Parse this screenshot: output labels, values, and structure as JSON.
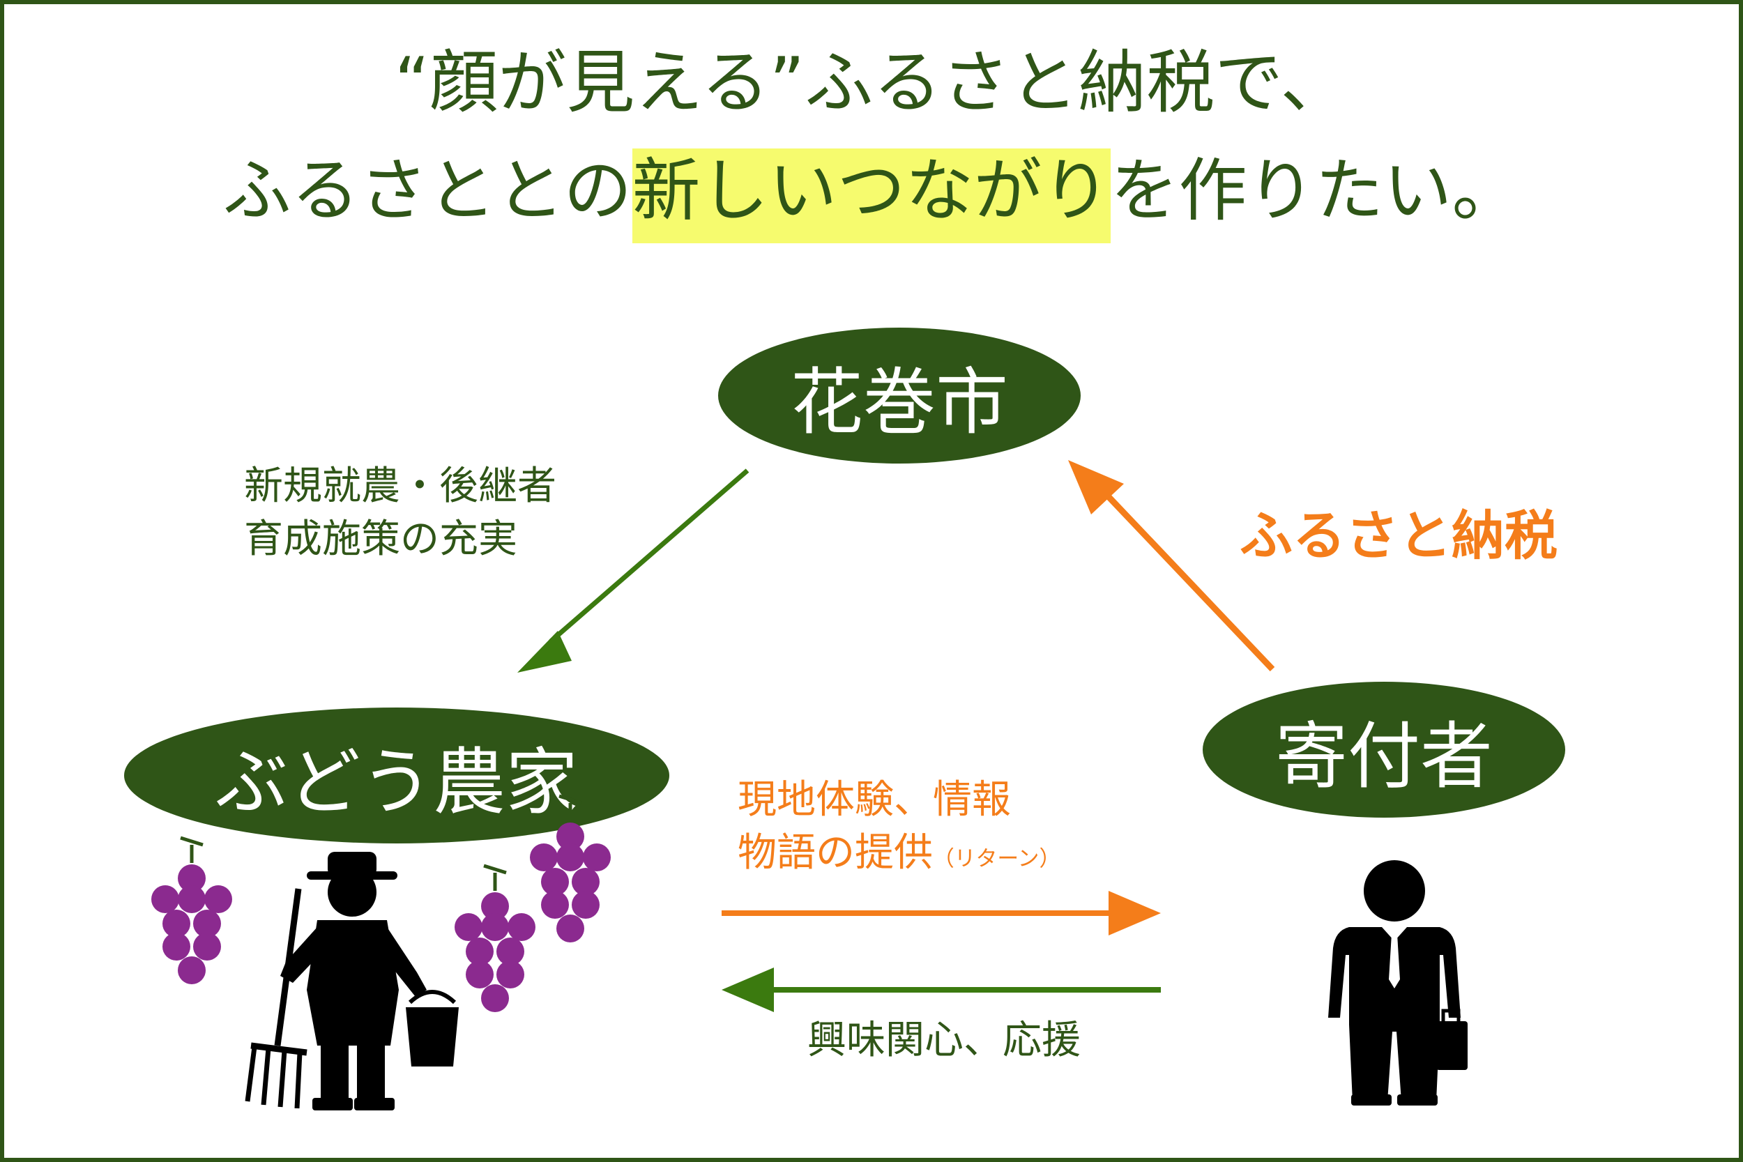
{
  "title": {
    "line1": "“顔が見える”ふるさと納税で、",
    "line2_pre": "ふるさととの",
    "line2_highlight": "新しいつながり",
    "line2_post": "を作りたい。"
  },
  "nodes": {
    "city": "花巻市",
    "farmer": "ぶどう農家",
    "donor": "寄付者"
  },
  "edges": {
    "city_to_farmer": {
      "line1": "新規就農・後継者",
      "line2": "育成施策の充実"
    },
    "donor_to_city": "ふるさと納税",
    "farmer_to_donor": {
      "line1": "現地体験、情報",
      "line2": "物語の提供",
      "note": "（リターン）"
    },
    "donor_to_farmer": "興味関心、応援"
  },
  "colors": {
    "green": "#2f5517",
    "arrow_green": "#3b7a0f",
    "orange": "#f47d1a",
    "highlight": "#f6fb6e",
    "grape": "#8b2a8f"
  },
  "icons": [
    "grape-cluster-icon",
    "farmer-with-pitchfork-and-bucket-icon",
    "businessman-icon"
  ]
}
